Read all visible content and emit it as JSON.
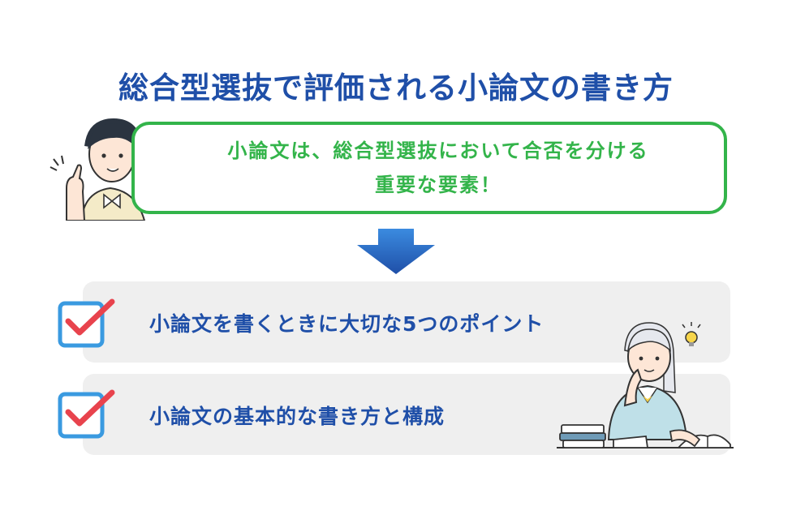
{
  "title": "総合型選抜で評価される小論文の書き方",
  "bubble": {
    "line1": "小論文は、総合型選抜において合否を分ける",
    "line2": "重要な要素！"
  },
  "points": [
    {
      "label": "小論文を書くときに大切な5つのポイント",
      "checked": true
    },
    {
      "label": "小論文の基本的な書き方と構成",
      "checked": true
    }
  ],
  "colors": {
    "title": "#1f4fa8",
    "bubble_border": "#33b44a",
    "row_bg": "#efefef",
    "check_box": "#3a9ae0",
    "check_mark": "#e8434d",
    "arrow": "#2b63c4"
  },
  "icons": [
    "girl-pointing-illustration",
    "down-arrow-icon",
    "checkbox-checked-icon",
    "student-studying-illustration"
  ]
}
